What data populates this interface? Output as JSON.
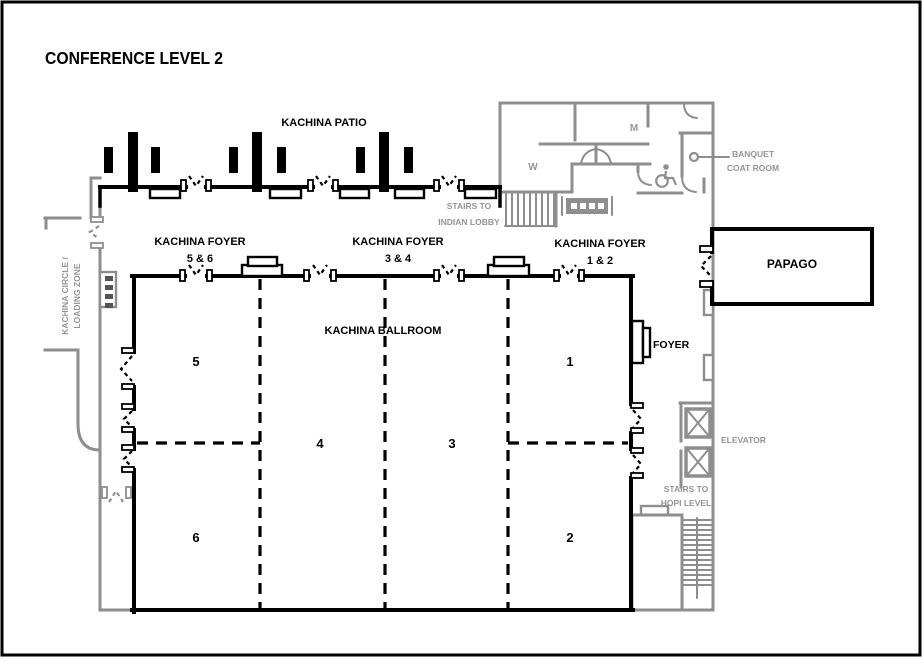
{
  "title": "CONFERENCE LEVEL 2",
  "colors": {
    "wall_black": "#000000",
    "structure_gray": "#8e8e8e",
    "gray_text": "#949494",
    "background": "#ffffff"
  },
  "areas": {
    "patio": {
      "label": "KACHINA PATIO"
    },
    "foyers": [
      {
        "line1": "KACHINA FOYER",
        "line2": "5 & 6"
      },
      {
        "line1": "KACHINA FOYER",
        "line2": "3 & 4"
      },
      {
        "line1": "KACHINA FOYER",
        "line2": "1 & 2"
      }
    ],
    "ballroom": {
      "label": "KACHINA BALLROOM",
      "sections": [
        "1",
        "2",
        "3",
        "4",
        "5",
        "6"
      ]
    },
    "papago": {
      "label": "PAPAGO"
    },
    "foyer_east": {
      "label": "FOYER"
    },
    "restrooms": {
      "women": "W",
      "men": "M"
    },
    "banquet_coat_room": {
      "line1": "BANQUET",
      "line2": "COAT ROOM"
    },
    "stairs_indian": {
      "line1": "STAIRS TO",
      "line2": "INDIAN LOBBY"
    },
    "stairs_hopi": {
      "line1": "STAIRS TO",
      "line2": "HOPI LEVEL"
    },
    "elevator": {
      "label": "ELEVATOR"
    },
    "loading_zone": {
      "line1": "KACHINA CIRCLE /",
      "line2": "LOADING ZONE"
    }
  }
}
